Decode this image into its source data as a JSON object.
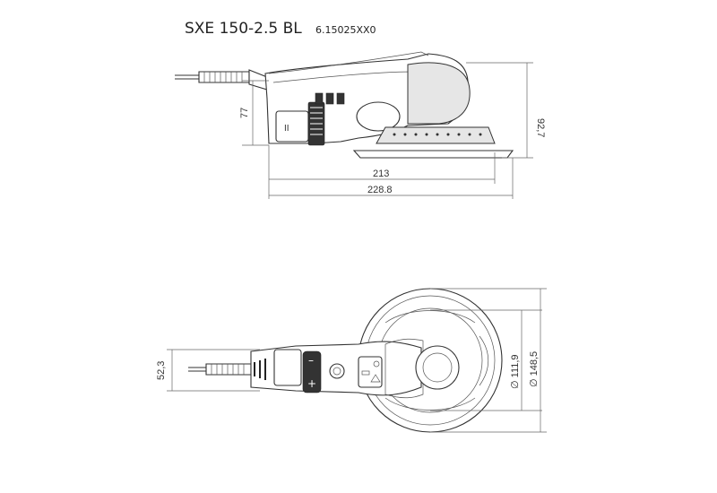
{
  "header": {
    "model": "SXE 150-2.5 BL",
    "order_number": "6.15025XX0"
  },
  "side_view": {
    "height_left": "77",
    "height_right": "92,7",
    "length_inner": "213",
    "length_outer": "228.8"
  },
  "top_view": {
    "handle_width": "52,3",
    "pad_diameter": "∅ 111,9",
    "base_diameter": "∅ 148,5"
  }
}
